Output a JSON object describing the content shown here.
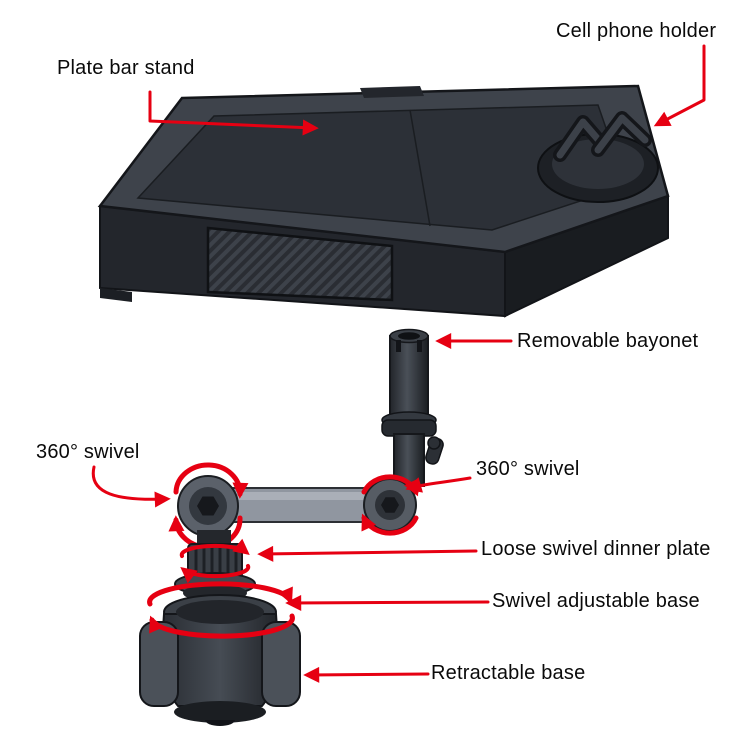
{
  "colors": {
    "background": "#ffffff",
    "accent_red": "#e60012",
    "label_text": "#0a0a0a",
    "product_dark": "#24272d",
    "product_mid": "#3a3f47",
    "product_light": "#9096a0"
  },
  "annotations": {
    "plate_bar_stand": "Plate bar stand",
    "cell_phone_holder": "Cell phone holder",
    "removable_bayonet": "Removable bayonet",
    "swivel_left": "360° swivel",
    "swivel_right": "360° swivel",
    "loose_swivel_dinner_plate": "Loose swivel dinner plate",
    "swivel_adjustable_base": "Swivel adjustable base",
    "retractable_base": "Retractable base"
  }
}
